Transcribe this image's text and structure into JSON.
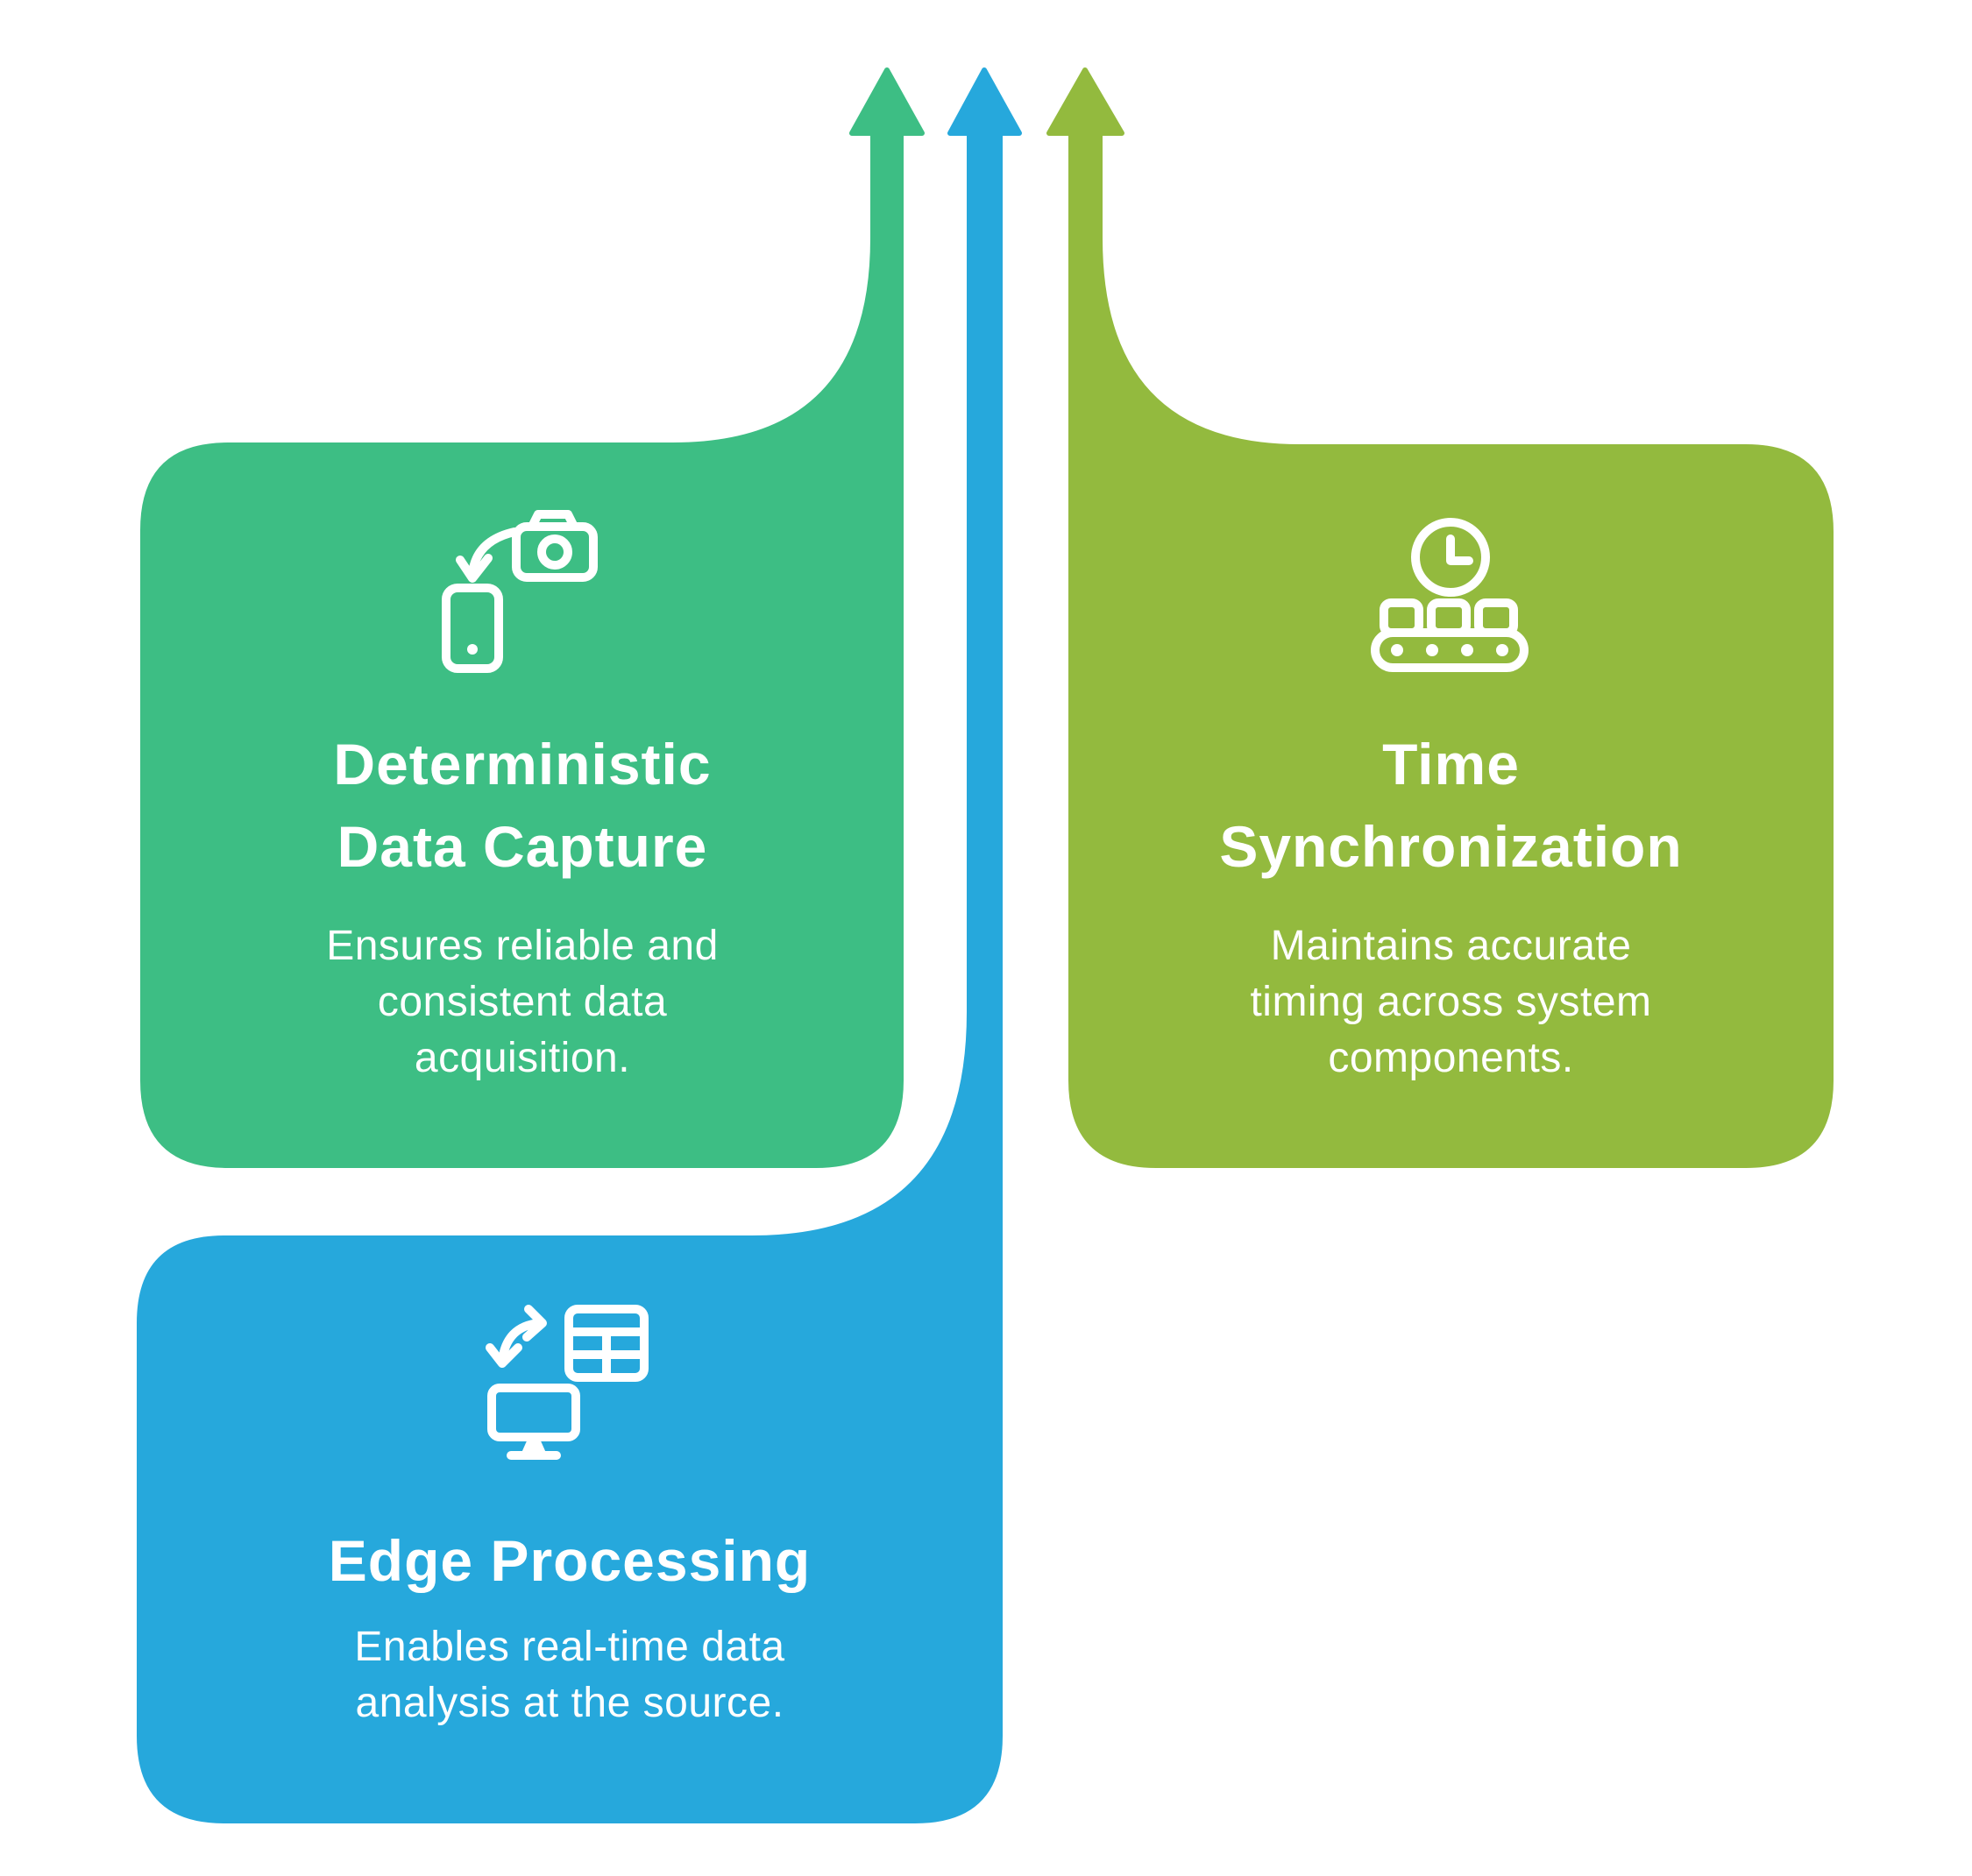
{
  "palette": {
    "background": "#ffffff",
    "green": "#3dbe84",
    "blue": "#26a8dc",
    "olive": "#93ba3e",
    "text": "#ffffff",
    "icon_stroke": "#ffffff"
  },
  "arrows": [
    {
      "name": "green-up-arrow",
      "color": "#3dbe84"
    },
    {
      "name": "blue-up-arrow",
      "color": "#26a8dc"
    },
    {
      "name": "olive-up-arrow",
      "color": "#93ba3e"
    }
  ],
  "cards": [
    {
      "name": "deterministic-data-capture",
      "color": "#3dbe84",
      "icon": "phone-camera-capture-icon",
      "title_lines": [
        "Deterministic",
        "Data Capture"
      ],
      "body_lines": [
        "Ensures reliable and",
        "consistent data",
        "acquisition."
      ]
    },
    {
      "name": "time-synchronization",
      "color": "#93ba3e",
      "icon": "clock-conveyor-icon",
      "title_lines": [
        "Time",
        "Synchronization"
      ],
      "body_lines": [
        "Maintains accurate",
        "timing across system",
        "components."
      ]
    },
    {
      "name": "edge-processing",
      "color": "#26a8dc",
      "icon": "data-sync-monitor-icon",
      "title_lines": [
        "Edge Processing"
      ],
      "body_lines": [
        "Enables real-time data",
        "analysis at the source."
      ]
    }
  ]
}
